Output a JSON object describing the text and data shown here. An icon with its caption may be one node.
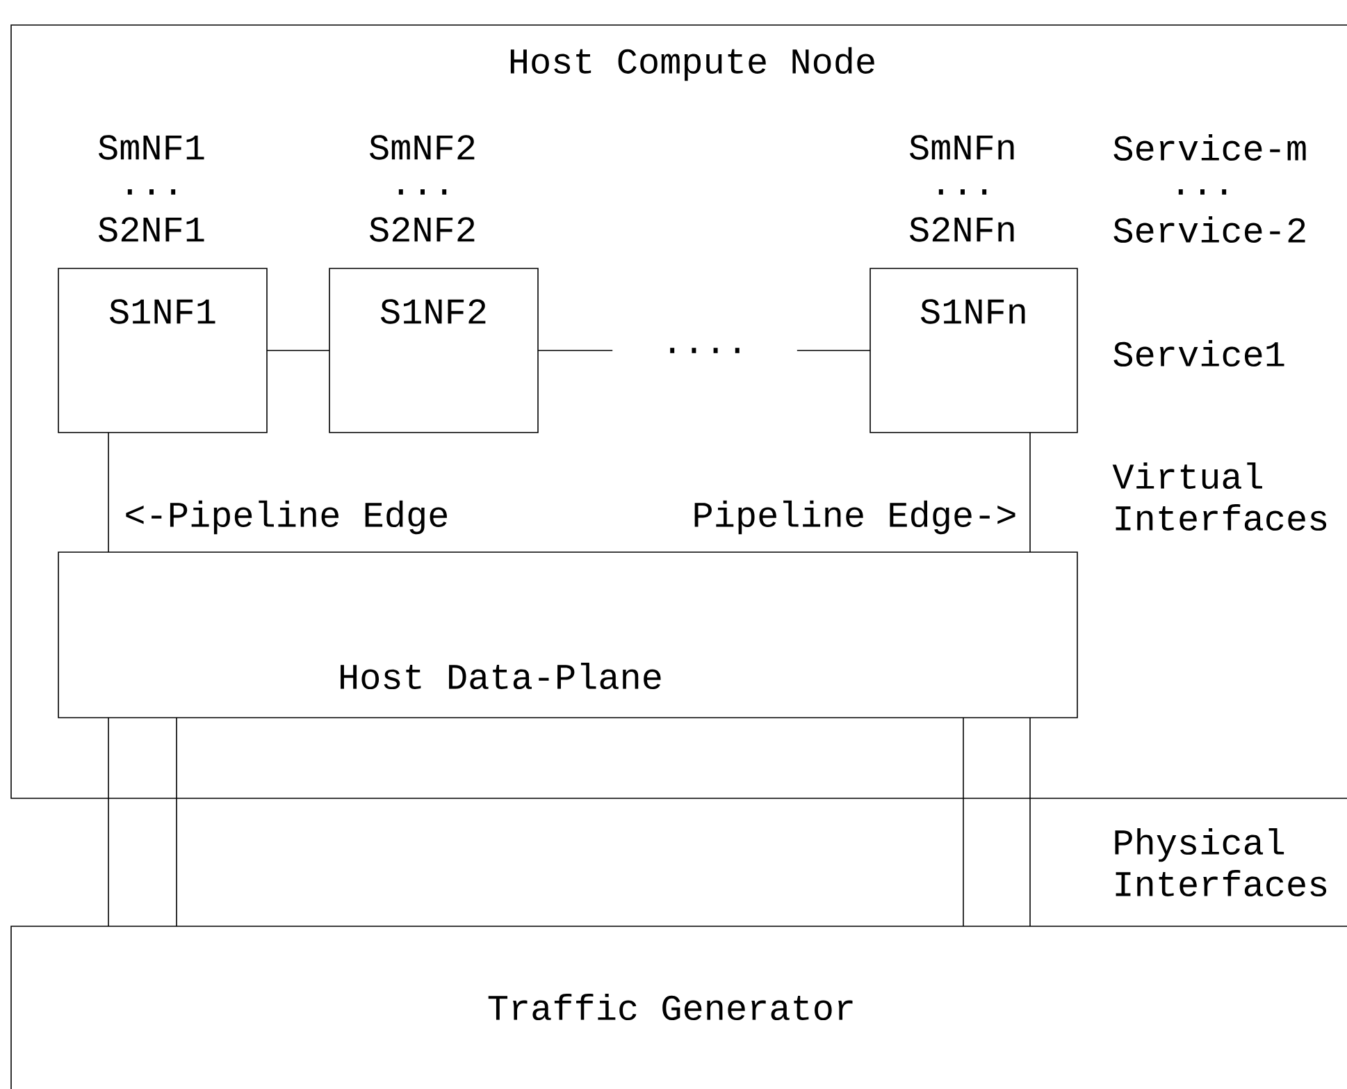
{
  "diagram": {
    "nodes": [
      {
        "text": [
          "Host Compute Node"
        ]
      },
      {
        "text": [
          "S1NF1"
        ],
        "in": 0,
        "beside": [
          "SmNF1",
          "...",
          "S2NF1"
        ]
      },
      {
        "text": [
          "S1NF2"
        ],
        "in": 0,
        "beside": [
          "SmNF2",
          "...",
          "S2NF2"
        ]
      },
      {
        "text": [
          "...."
        ],
        "in": 0
      },
      {
        "text": [
          "S1NFn"
        ],
        "in": 0,
        "beside": [
          "SmNFn",
          "...",
          "S2NFn"
        ]
      },
      {
        "text": [
          "Host Data-Plane"
        ],
        "in": 0
      },
      {
        "text": [
          "Traffic Generator"
        ]
      }
    ],
    "edges": [
      {
        "from": 1,
        "to": 2,
        "arrow": "none"
      },
      {
        "from": 2,
        "to": 3,
        "arrow": "none"
      },
      {
        "from": 3,
        "to": 4,
        "arrow": "none"
      },
      {
        "from": 1,
        "to": 5,
        "arrow": "none",
        "label": "<-Pipeline Edge"
      },
      {
        "from": 4,
        "to": 5,
        "arrow": "none",
        "label": "Pipeline Edge->"
      },
      {
        "from": 5,
        "to": 6,
        "arrow": "none"
      },
      {
        "from": 5,
        "to": 6,
        "arrow": "none"
      },
      {
        "from": 5,
        "to": 6,
        "arrow": "none"
      },
      {
        "from": 5,
        "to": 6,
        "arrow": "none"
      }
    ],
    "labels": [
      "Service-m",
      "...",
      "Service-2",
      "Service1",
      "Virtual Interfaces",
      "Physical Interfaces"
    ]
  }
}
